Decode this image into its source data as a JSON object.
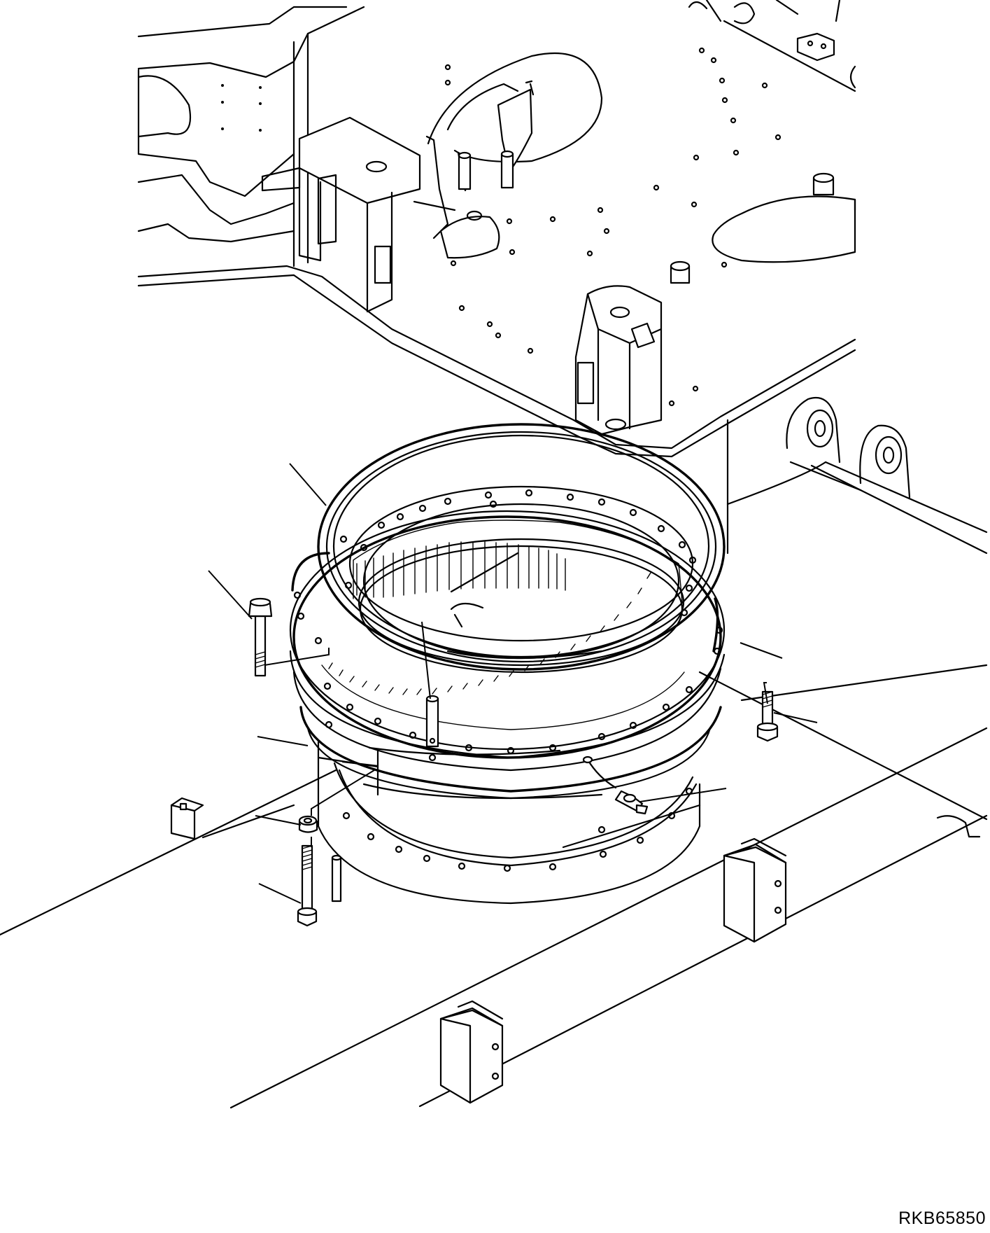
{
  "drawing": {
    "reference_code": "RKB65850"
  },
  "parts": [
    {
      "name": "swing-circle"
    },
    {
      "name": "outer-race-bolt"
    },
    {
      "name": "dowel-pin"
    },
    {
      "name": "inner-race-bolt"
    },
    {
      "name": "grease-fitting"
    },
    {
      "name": "seal-ring"
    },
    {
      "name": "washer"
    },
    {
      "name": "mount-bolt"
    }
  ]
}
